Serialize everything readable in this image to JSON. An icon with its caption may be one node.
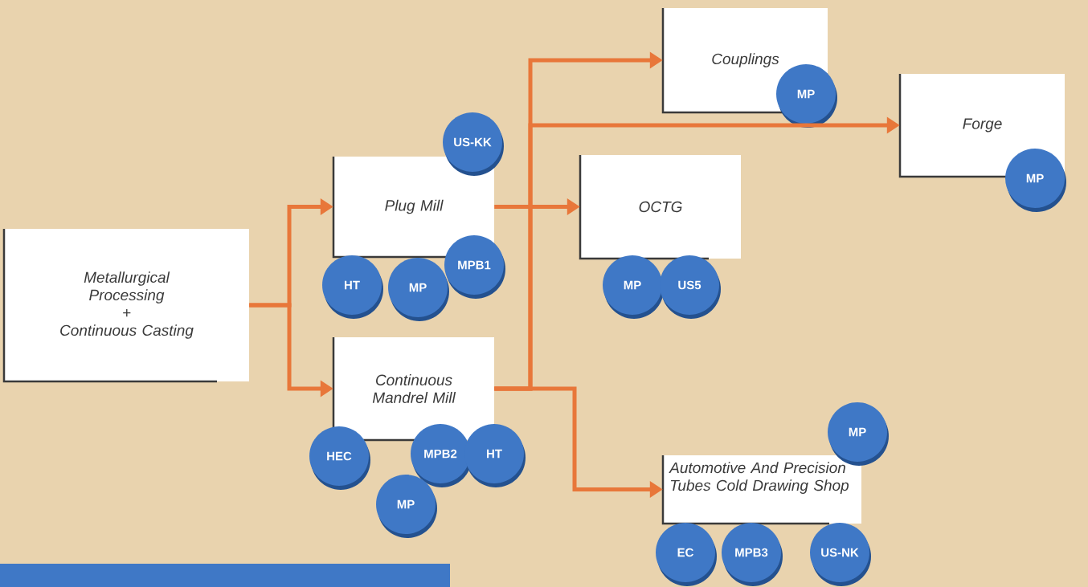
{
  "diagram": {
    "nodes": [
      {
        "text": [
          "Metallurgical Processing",
          "+",
          "Continuous Casting"
        ]
      },
      {
        "text": [
          "Couplings"
        ]
      },
      {
        "text": [
          "MP"
        ]
      },
      {
        "text": [
          "Forge"
        ]
      },
      {
        "text": [
          "MP"
        ]
      },
      {
        "text": [
          "US-KK"
        ]
      },
      {
        "text": [
          "Plug Mill"
        ]
      },
      {
        "text": [
          "HT"
        ]
      },
      {
        "text": [
          "MP"
        ]
      },
      {
        "text": [
          "MPB1"
        ]
      },
      {
        "text": [
          "OCTG"
        ]
      },
      {
        "text": [
          "MP"
        ]
      },
      {
        "text": [
          "US5"
        ]
      },
      {
        "text": [
          "Continuous Mandrel Mill"
        ]
      },
      {
        "text": [
          "HEC"
        ]
      },
      {
        "text": [
          "MPB2"
        ]
      },
      {
        "text": [
          "HT"
        ]
      },
      {
        "text": [
          "MP"
        ]
      },
      {
        "text": [
          "MP"
        ]
      },
      {
        "text": [
          "Automotive And Precision Tubes Cold Drawing Shop"
        ]
      },
      {
        "text": [
          "EC"
        ]
      },
      {
        "text": [
          "MPB3"
        ]
      },
      {
        "text": [
          "US-NK"
        ]
      },
      {
        "text": [],
        "shape": "bar"
      }
    ],
    "edges": [
      {
        "from": 0,
        "to": 6,
        "arrow": "to"
      },
      {
        "from": 0,
        "to": 13,
        "arrow": "to"
      },
      {
        "from": 6,
        "to": 10,
        "arrow": "to"
      },
      {
        "from": 13,
        "to": 1,
        "arrow": "to"
      },
      {
        "from": 13,
        "to": 3,
        "arrow": "to"
      },
      {
        "from": 13,
        "to": 19,
        "arrow": "to"
      }
    ]
  }
}
